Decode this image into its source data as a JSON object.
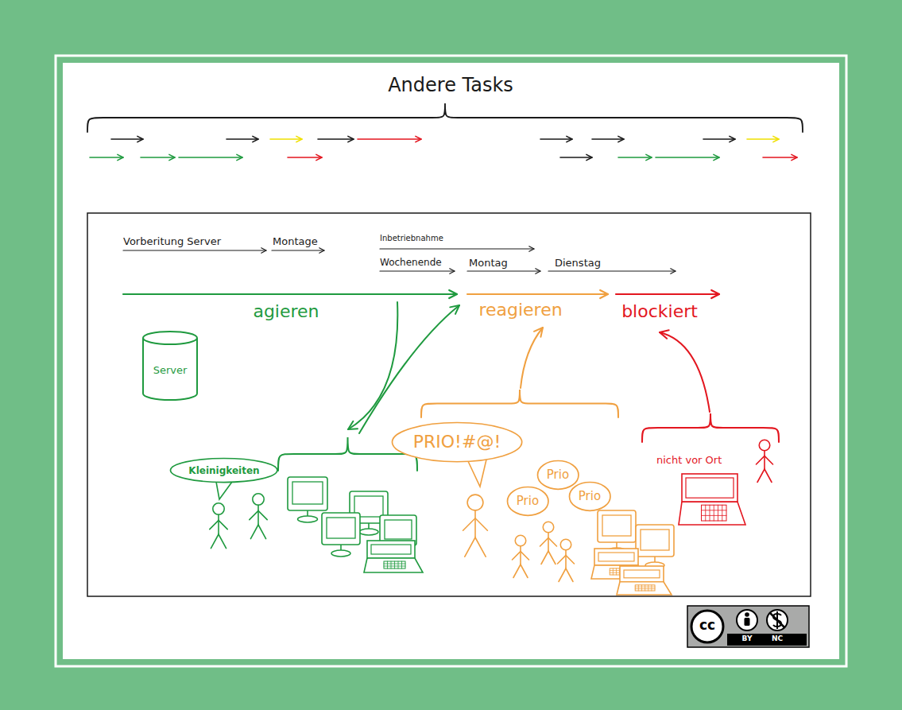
{
  "diagram": {
    "title": "Andere Tasks",
    "nodes": [
      {
        "text": [
          "Server"
        ]
      },
      {
        "text": [
          "Kleinigkeiten"
        ]
      },
      {
        "text": [
          "PRIO!#@!"
        ]
      },
      {
        "text": [
          "Prio"
        ]
      },
      {
        "text": [
          "Prio"
        ]
      },
      {
        "text": [
          "Prio"
        ]
      }
    ],
    "labels": [
      "Vorberitung Server",
      "Montage",
      "Inbetriebnahme",
      "Wochenende",
      "Montag",
      "Dienstag",
      "agieren",
      "reagieren",
      "blockiert",
      "nicht vor Ort",
      "cc",
      "BY",
      "NC"
    ]
  }
}
